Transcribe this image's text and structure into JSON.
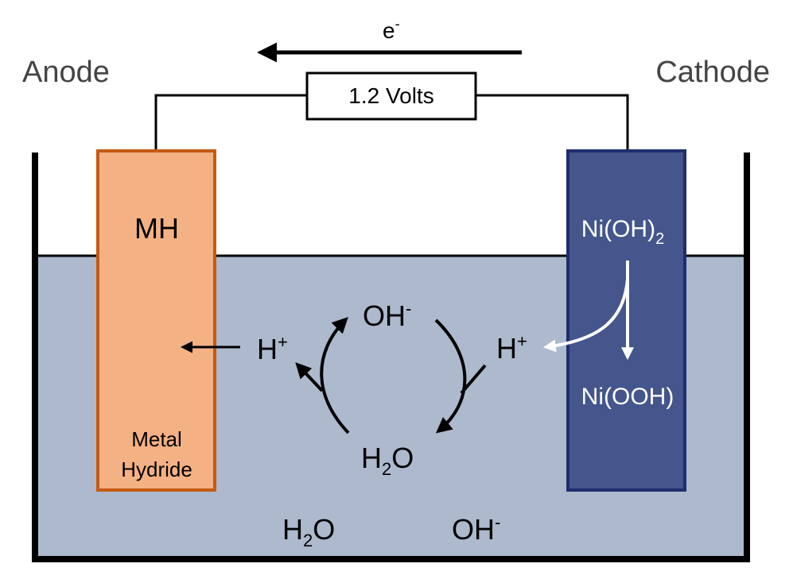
{
  "header": {
    "anode_label": "Anode",
    "cathode_label": "Cathode",
    "electron_flow_label": "e",
    "electron_charge": "-"
  },
  "load": {
    "voltage_label": "1.2 Volts"
  },
  "anode_electrode": {
    "top_label": "MH",
    "bottom_label_line1": "Metal",
    "bottom_label_line2": "Hydride"
  },
  "cathode_electrode": {
    "top_label_base": "Ni(OH)",
    "top_label_sub": "2",
    "bottom_label": "Ni(OOH)"
  },
  "electrolyte": {
    "h_plus_left_base": "H",
    "h_plus_left_sup": "+",
    "h_plus_right_base": "H",
    "h_plus_right_sup": "+",
    "oh_cycle_base": "OH",
    "oh_cycle_sup": "-",
    "h2o_cycle_base": "H",
    "h2o_cycle_sub": "2",
    "h2o_cycle_tail": "O",
    "h2o_bottom_base": "H",
    "h2o_bottom_sub": "2",
    "h2o_bottom_tail": "O",
    "oh_bottom_base": "OH",
    "oh_bottom_sup": "-"
  },
  "colors": {
    "electrolyte": "#adb9cc",
    "anode_fill": "#f4b183",
    "anode_border": "#c55a11",
    "cathode_fill": "#44568c",
    "cathode_border": "#1f2e6e"
  }
}
